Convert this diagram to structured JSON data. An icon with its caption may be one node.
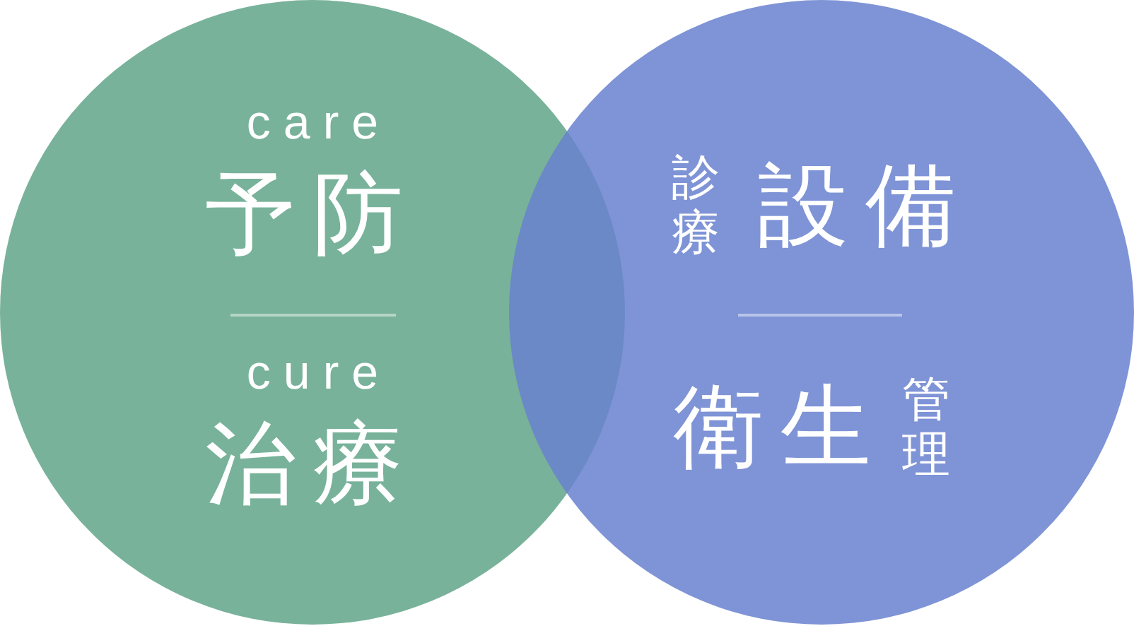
{
  "diagram": {
    "nodes": [
      {
        "text": [
          "care",
          "予防",
          "cure",
          "治療"
        ]
      },
      {
        "text": [
          "診療",
          "設備",
          "衛生",
          "管理"
        ]
      }
    ]
  }
}
